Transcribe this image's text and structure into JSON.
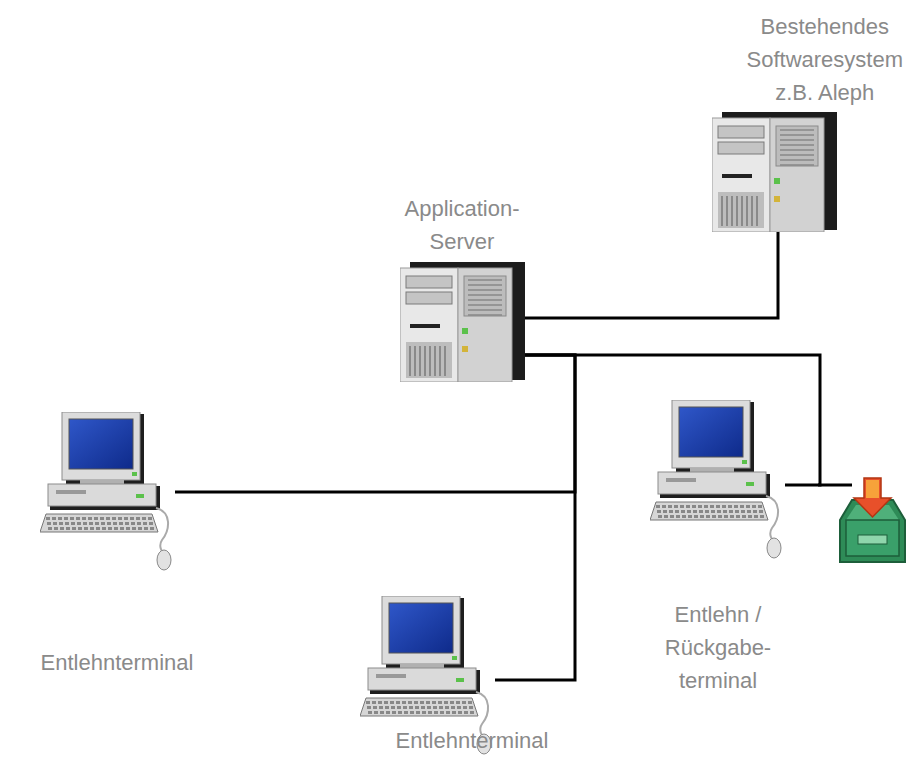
{
  "diagram": {
    "nodes": [
      {
        "text": [
          "Bestehendes Softwaresystem z.B. Aleph"
        ]
      },
      {
        "text": [
          "Application- Server"
        ]
      },
      {
        "text": [
          "Entlehnterminal"
        ]
      },
      {
        "text": [
          "Entlehn / Rückgabe- terminal"
        ]
      },
      {
        "text": [
          "Entlehnterminal"
        ]
      }
    ],
    "edges": [
      {
        "from": 1,
        "to": 0,
        "arrow": "none"
      },
      {
        "from": 1,
        "to": 2,
        "arrow": "none"
      },
      {
        "from": 1,
        "to": 3,
        "arrow": "none"
      },
      {
        "from": 1,
        "to": 4,
        "arrow": "none"
      }
    ]
  }
}
